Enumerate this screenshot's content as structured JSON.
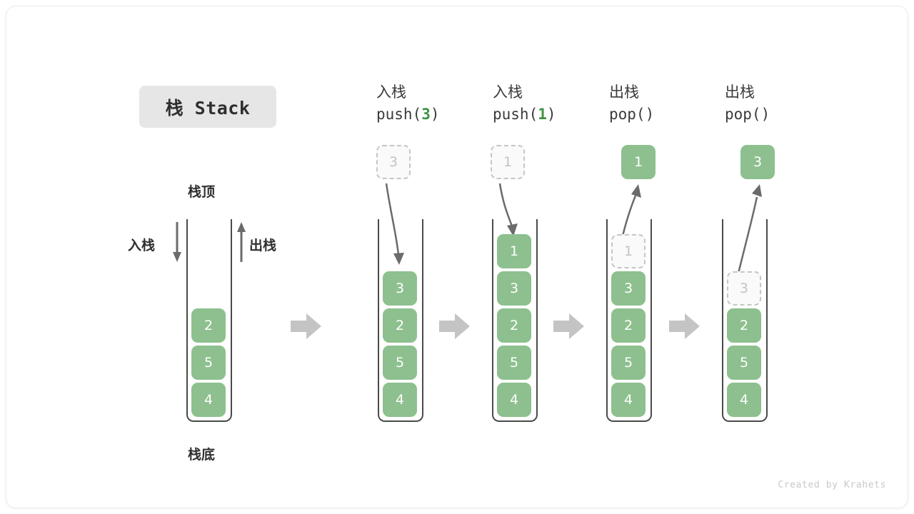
{
  "title": {
    "text": "栈 Stack"
  },
  "labels": {
    "stack_top": "栈顶",
    "stack_bottom": "栈底",
    "push": "入栈",
    "pop": "出栈"
  },
  "colors": {
    "cell_green": "#8dc08e",
    "code_number_green": "#3f9142",
    "ghost_border": "#c6c6c6",
    "ghost_text": "#c3c3c3",
    "flow_arrow_gray": "#c4c4c4",
    "container_border": "#4a4a4a",
    "title_chip_bg": "#e6e6e6",
    "footer_text": "#c9c9c9"
  },
  "columns": [
    {
      "id": "initial",
      "header_cn": "",
      "header_code": "",
      "cells": [
        {
          "value": "2",
          "state": "filled",
          "row": 3
        },
        {
          "value": "5",
          "state": "filled",
          "row": 4
        },
        {
          "value": "4",
          "state": "filled",
          "row": 5
        }
      ],
      "floating": null
    },
    {
      "id": "push-3",
      "header_cn": "入栈",
      "header_code_prefix": "push(",
      "header_code_num": "3",
      "header_code_suffix": ")",
      "cells": [
        {
          "value": "3",
          "state": "filled",
          "row": 2
        },
        {
          "value": "2",
          "state": "filled",
          "row": 3
        },
        {
          "value": "5",
          "state": "filled",
          "row": 4
        },
        {
          "value": "4",
          "state": "filled",
          "row": 5
        }
      ],
      "floating": {
        "value": "3",
        "state": "ghost",
        "direction": "in"
      }
    },
    {
      "id": "push-1",
      "header_cn": "入栈",
      "header_code_prefix": "push(",
      "header_code_num": "1",
      "header_code_suffix": ")",
      "cells": [
        {
          "value": "1",
          "state": "filled",
          "row": 1
        },
        {
          "value": "3",
          "state": "filled",
          "row": 2
        },
        {
          "value": "2",
          "state": "filled",
          "row": 3
        },
        {
          "value": "5",
          "state": "filled",
          "row": 4
        },
        {
          "value": "4",
          "state": "filled",
          "row": 5
        }
      ],
      "floating": {
        "value": "1",
        "state": "ghost",
        "direction": "in"
      }
    },
    {
      "id": "pop-1",
      "header_cn": "出栈",
      "header_code_prefix": "pop(",
      "header_code_num": "",
      "header_code_suffix": ")",
      "cells": [
        {
          "value": "1",
          "state": "ghost",
          "row": 1
        },
        {
          "value": "3",
          "state": "filled",
          "row": 2
        },
        {
          "value": "2",
          "state": "filled",
          "row": 3
        },
        {
          "value": "5",
          "state": "filled",
          "row": 4
        },
        {
          "value": "4",
          "state": "filled",
          "row": 5
        }
      ],
      "floating": {
        "value": "1",
        "state": "filled",
        "direction": "out"
      }
    },
    {
      "id": "pop-3",
      "header_cn": "出栈",
      "header_code_prefix": "pop(",
      "header_code_num": "",
      "header_code_suffix": ")",
      "cells": [
        {
          "value": "3",
          "state": "ghost",
          "row": 2
        },
        {
          "value": "2",
          "state": "filled",
          "row": 3
        },
        {
          "value": "5",
          "state": "filled",
          "row": 4
        },
        {
          "value": "4",
          "state": "filled",
          "row": 5
        }
      ],
      "floating": {
        "value": "3",
        "state": "filled",
        "direction": "out"
      }
    }
  ],
  "footer": {
    "credit": "Created by Krahets"
  }
}
